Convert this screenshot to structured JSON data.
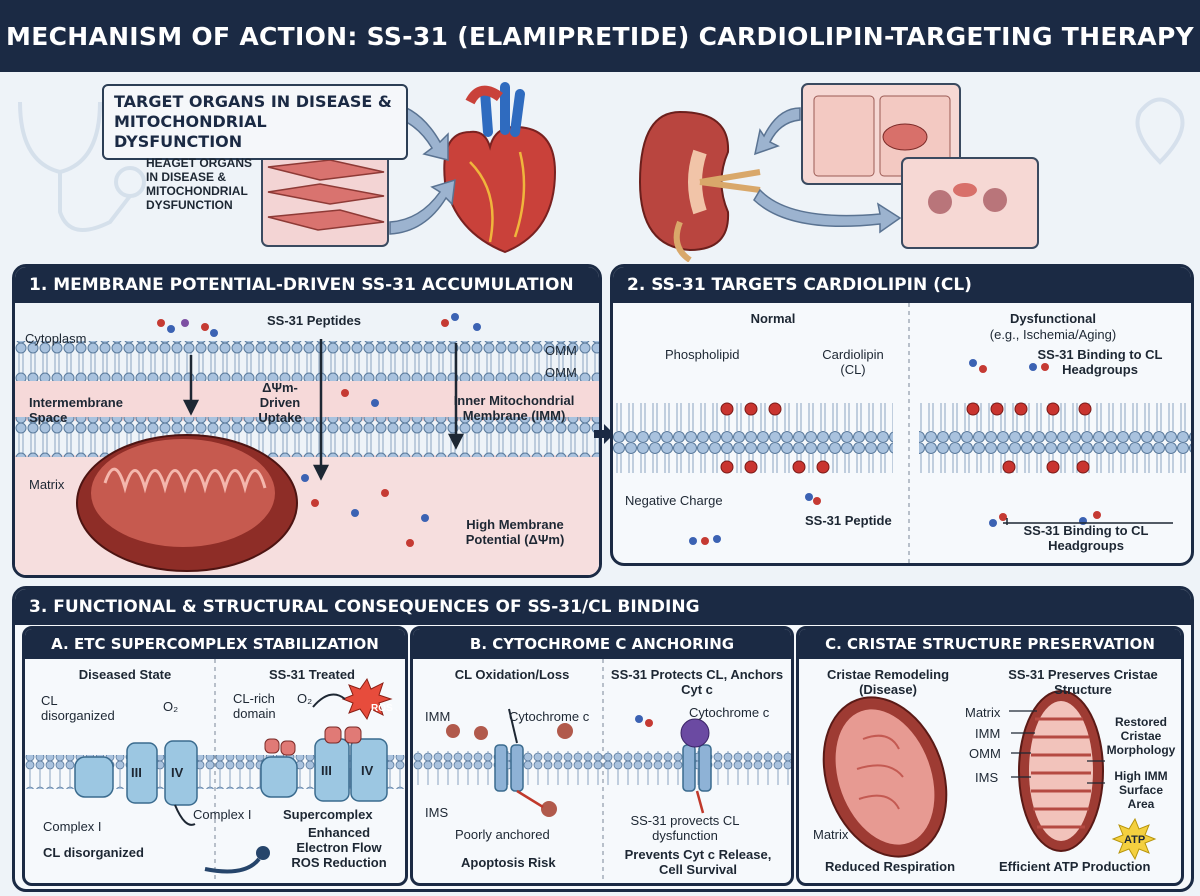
{
  "title": "MECHANISM OF ACTION: SS-31 (ELAMIPRETIDE) CARDIOLIPIN-TARGETING THERAPY",
  "top": {
    "target_box": "TARGET ORGANS IN DISEASE & MITOCHONDRIAL DYSFUNCTION",
    "small_label": "HEAGET ORGANS IN DISEASE & MITOCHONDRIAL DYSFUNCTION"
  },
  "panel1": {
    "title": "1.  MEMBRANE POTENTIAL-DRIVEN SS-31 ACCUMULATION",
    "cytoplasm": "Cytoplasm",
    "peptides": "SS-31 Peptides",
    "omm1": "OMM",
    "omm2": "OMM",
    "uptake": "ΔΨm-Driven Uptake",
    "intermembrane": "Intermembrane Space",
    "imm": "Inner Mitochondrial Membrane (IMM)",
    "matrix": "Matrix",
    "high_potential": "High Membrane Potential (ΔΨm)"
  },
  "panel2": {
    "title": "2.  SS-31 TARGETS CARDIOLIPIN (CL)",
    "normal": "Normal",
    "dysfunctional": "Dysfunctional",
    "dysfunctional_sub": "(e.g., Ischemia/Aging)",
    "phospholipid": "Phospholipid",
    "cardiolipin": "Cardiolipin (CL)",
    "binding_top": "SS-31 Binding to CL Headgroups",
    "negative_charge": "Negative Charge",
    "peptide": "SS-31 Peptide",
    "binding_bottom": "SS-31 Binding to CL Headgroups"
  },
  "panel3": {
    "title": "3.  FUNCTIONAL & STRUCTURAL CONSEQUENCES OF SS-31/CL BINDING",
    "a": {
      "title": "A. ETC SUPERCOMPLEX STABILIZATION",
      "diseased": "Diseased State",
      "treated": "SS-31 Treated",
      "cl_disorganized_top": "CL disorganized",
      "o2_left": "O₂",
      "cl_rich": "CL-rich domain",
      "o2_right": "O₂",
      "ros": "ROS",
      "complex1_left": "Complex I",
      "complex1_right": "Complex I",
      "cl_disorganized_bottom": "CL disorganized",
      "iii": "III",
      "iv": "IV",
      "iii_r": "III",
      "iv_r": "IV",
      "supercomplex": "Supercomplex",
      "enhanced": "Enhanced Electron Flow ROS Reduction"
    },
    "b": {
      "title": "B. CYTOCHROME C ANCHORING",
      "oxidation": "CL Oxidation/Loss",
      "protects": "SS-31 Protects CL, Anchors Cyt c",
      "imm": "IMM",
      "cytc_left": "Cytochrome c",
      "cytc_right": "Cytochrome c",
      "ims": "IMS",
      "poorly": "Poorly anchored",
      "provects": "SS-31 provects CL dysfunction",
      "apoptosis": "Apoptosis Risk",
      "prevents": "Prevents Cyt c Release, Cell Survival"
    },
    "c": {
      "title": "C. CRISTAE STRUCTURE PRESERVATION",
      "remodeling": "Cristae Remodeling (Disease)",
      "preserves": "SS-31 Preserves Cristae Structure",
      "matrix_lbl": "Matrix",
      "imm": "IMM",
      "omm": "OMM",
      "ims": "IMS",
      "restored": "Restored Cristae Morphology",
      "high_imm": "High IMM Surface Area",
      "atp": "ATP",
      "matrix_left": "Matrix",
      "reduced": "Reduced Respiration",
      "efficient": "Efficient ATP Production"
    }
  }
}
